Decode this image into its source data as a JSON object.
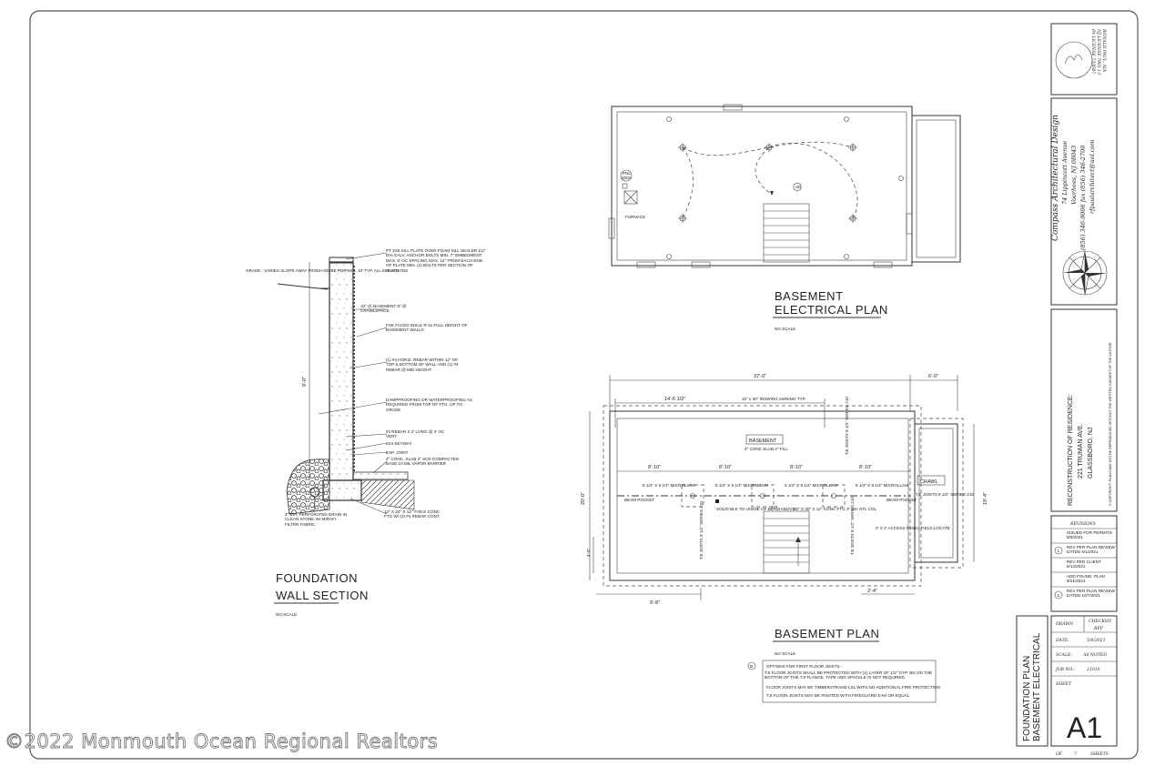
{
  "watermark": "©2022 Monmouth Ocean Regional Realtors",
  "electrical_plan": {
    "title_line1": "BASEMENT",
    "title_line2": "ELECTRICAL PLAN",
    "scale": "NO SCALE",
    "furnace": "FURNACE"
  },
  "basement_plan": {
    "title": "BASEMENT PLAN",
    "scale": "NO SCALE",
    "dim_total": "37'-0\"",
    "dim_side": "6'-0\"",
    "dim_left": "14'-6 1/2\"",
    "dim_window": "16\" x 30\" INSWING AWNING TYP.",
    "dim_depth": "20'-0\"",
    "dim_depth2": "19'-4\"",
    "dim_bottom_left": "9'-8\"",
    "dim_bottom_right": "2'-4\"",
    "dim_left_low": "4'-0\"",
    "span": "8'-10\"",
    "room_basement": "BASEMENT",
    "slab": "4\" CONC SLAB 4\" FILL",
    "room_crawl": "CRAWL",
    "microlam": "5 1/4\" X 9 1/4\" MICROLLAM",
    "beam_pocket": "BEAM POCKET",
    "solid_blk": "SOLID BLK TO U/SIDE OF BEAM ABOVE",
    "col": "30\" X 30\" X 12\" CONC FTG 3\" DIA STL COL",
    "access": "2' X 3' ACCESS PANEL FIELD LOCATE",
    "joists_note": "TJI JOISTS 9 1/2\" SERIES 210",
    "up": "UP",
    "note_bubble": "B",
    "notes": [
      "OPTIONS FOR FIRST FLOOR JOISTS -",
      "TJI FLOOR JOISTS SHALL BE PROTECTED WITH (1) LAYER OF 1/2\" GYP. BD ON THE BOTTOM OF THE TJI FLANGE. TAPE AND SPACKLE IS NOT REQUIRED.",
      "FLOOR JOISTS MAY BE TIMBERSTRAND LSL WITH NO ADDITIONAL FIRE PROTECTION",
      "TJI FLOOR JOISTS MAY BE PAINTED WITH FIREGUARD E-84 OR EQUAL"
    ]
  },
  "wall_section": {
    "title_line1": "FOUNDATION",
    "title_line2": "WALL SECTION",
    "scale": "NO SCALE",
    "height": "9'-0\"",
    "grade_note": "GRADE - VARIES SLOPE AWAY FROM HOUSE FOR MIN. 10' TYP. ALL ELEVATIONS",
    "notes": [
      "PT 2X6 SILL PLATE OVER FOAM SILL SEALER 1/2\" DIA GALV. ANCHOR BOLTS MIN. 7\" EMBEDMENT MAX. 6' OC SPACING MAX. 12\" FROM EACH END OF PLATE MIN. (2) BOLTS PER SECTION OF PLATE",
      "10\" @ BASEMENT 8\" @ CRAWLSPACE",
      "FSK FACED INSUL R-11 FULL HEIGHT OF BASEMENT WALLS",
      "(1) #4 HORIZ. REBAR WITHIN 12\" OF TOP & BOTTOM OF WALL AND (1) #4 REBAR @ MID-HEIGHT",
      "DAMPPROOFING OR WATERPROOFING AS REQUIRED FROM TOP OF FTG. UP TO GRADE",
      "#4 REBAR X 2' LONG @ 4' OC VERT.",
      "2X4 KEYWAY",
      "EXP. JOINT",
      "4\" CONC. SLAB 4\" SCR COMPACTED BASE 10 MIL VAPOR BARRIER",
      "4\" DIA. PERFORATED DRAIN IN CLEAN STONE W/ MIRAFI FILTER FABRIC",
      "12\" X 24\" X 12\" THICK CONC FTG W/ (2) #4 REBAR CONT."
    ]
  },
  "title_block": {
    "architect_seal": [
      "RONALD PAUL, AIA",
      "NJ LICENSE 7905 13",
      "PA LICENSE 7336B7"
    ],
    "firm": [
      "Compass Architectural Design",
      "74 Lippincott Avenue",
      "Voorhees, NJ 08043",
      "(856) 346-9006  fax (856) 346-2700",
      "rfpaularchitect@aol.com"
    ],
    "project": [
      "RECONSTRUCTION OF RESIDENCE:",
      "221 TRUMAN AVE.",
      "GLASSBORO, NJ"
    ],
    "copyright": "© COPYRIGHT. PLANS MAY NOT BE REPRODUCED WITHOUT THE WRITTEN CONSENT OF THE AUTHOR",
    "revisions_title": "REVISIONS",
    "revisions": [
      "ISSUED FOR PERMITS 5/6/2021",
      "REV PER PLAN REVIEW DATED 6/1/2021",
      "REV PER CLIENT 6/14/2021",
      "ADD FOUND. PLAN 8/21/2021",
      "REV PER PLAN REVIEW DATED 10/7/2021"
    ],
    "revision_markers": [
      "1",
      "2"
    ],
    "drawn_label": "DRAWN",
    "checked_label": "CHECKED",
    "checked_value": "RFP",
    "date_label": "DATE:",
    "date_value": "5/6/2021",
    "scale_label": "SCALE:",
    "scale_value": "AS NOTED",
    "job_label": "JOB NO.:",
    "job_value": "21016",
    "sheet_label": "SHEET",
    "sheet_number": "A1",
    "of_label": "OF",
    "of_value": "7",
    "sheets_label": "SHEETS",
    "sheet_title_line1": "FOUNDATION PLAN",
    "sheet_title_line2": "BASEMENT ELECTRICAL"
  }
}
